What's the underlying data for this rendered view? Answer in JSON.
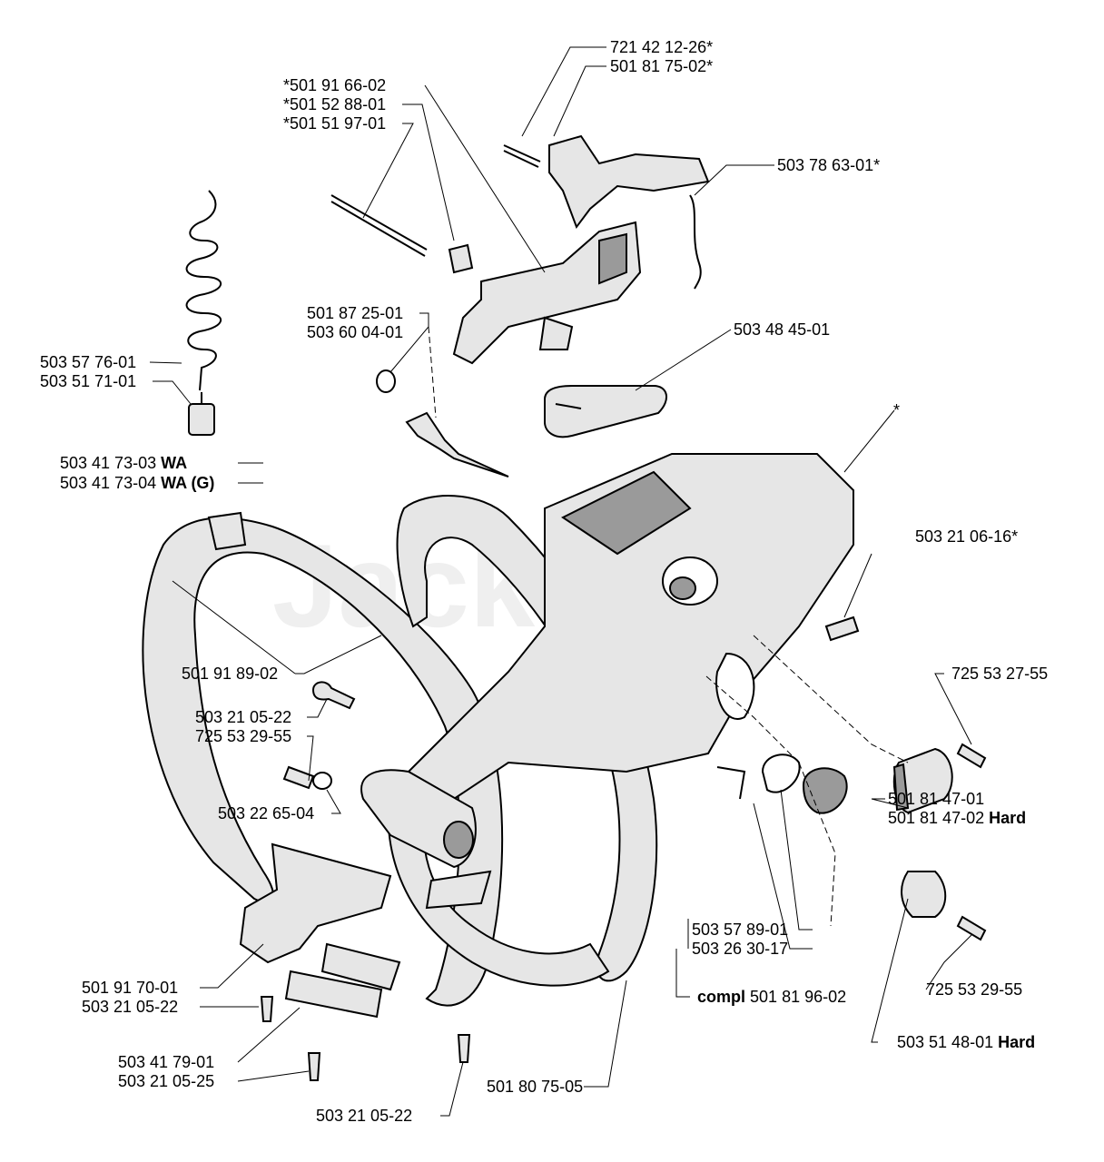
{
  "watermark": "Jacks",
  "asterisk_note": "*",
  "labels": {
    "l1": "721 42 12-26*",
    "l2": "501 81 75-02*",
    "l3": "*501 91 66-02",
    "l4": "*501 52 88-01",
    "l5": "*501 51 97-01",
    "l6": "503 78 63-01*",
    "l7": "501 87 25-01",
    "l8": "503 60 04-01",
    "l9": "503 48 45-01",
    "l10": "503 57 76-01",
    "l11": "503 51 71-01",
    "l12": {
      "num": "503 41 73-03",
      "suffix": "WA"
    },
    "l13": {
      "num": "503 41 73-04",
      "suffix": "WA (G)"
    },
    "l14": "503 21 06-16*",
    "l15": "501 91 89-02",
    "l16": "725 53 27-55",
    "l17": "503 21 05-22",
    "l18": "725 53 29-55",
    "l19": "503 22 65-04",
    "l20": "501 81 47-01",
    "l21": {
      "num": "501 81 47-02",
      "suffix": "Hard"
    },
    "l22": "503 57 89-01",
    "l23": "503 26 30-17",
    "l24": {
      "prefix": "compl",
      "num": "501 81 96-02"
    },
    "l25": "501 91 70-01",
    "l26": "503 21 05-22",
    "l27": "725 53 29-55",
    "l28": "503 41 79-01",
    "l29": "503 21 05-25",
    "l30": "501 80 75-05",
    "l31": {
      "num": "503 51 48-01",
      "suffix": "Hard"
    },
    "l32": "503 21 05-22"
  }
}
